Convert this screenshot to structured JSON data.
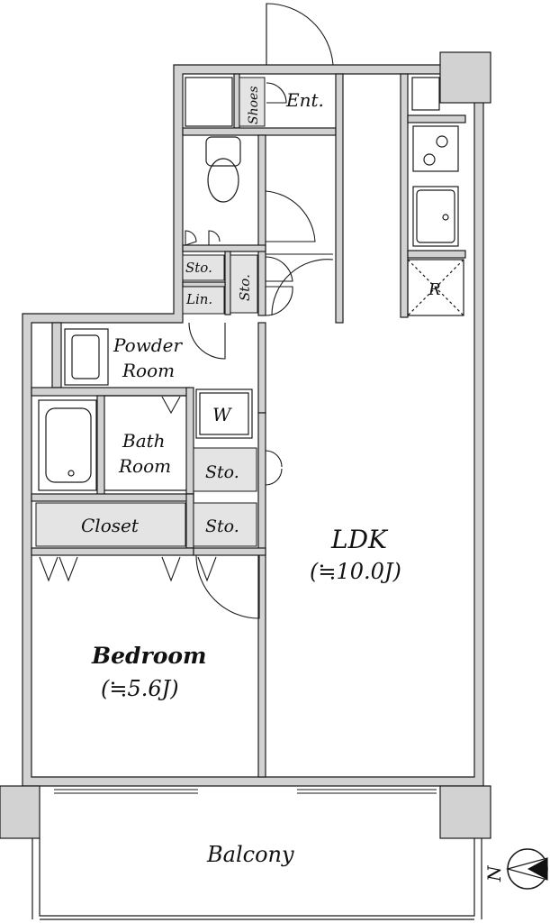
{
  "labels": {
    "entrance": "Ent.",
    "shoes": "Shoes",
    "storage_1": "Sto.",
    "storage_2": "Sto.",
    "storage_3": "Sto.",
    "storage_4": "Sto.",
    "linen": "Lin.",
    "powder_room_line1": "Powder",
    "powder_room_line2": "Room",
    "washer": "W",
    "bath_room_line1": "Bath",
    "bath_room_line2": "Room",
    "closet": "Closet",
    "refrigerator": "R",
    "ldk": "LDK",
    "ldk_size": "(≒10.0J)",
    "bedroom": "Bedroom",
    "bedroom_size": "(≒5.6J)",
    "balcony": "Balcony",
    "north": "N"
  },
  "colors": {
    "wall_fill": "#d2d2d2",
    "wall_stroke": "#1a1a1a",
    "storage_fill": "#e4e4e4",
    "background": "#ffffff"
  }
}
